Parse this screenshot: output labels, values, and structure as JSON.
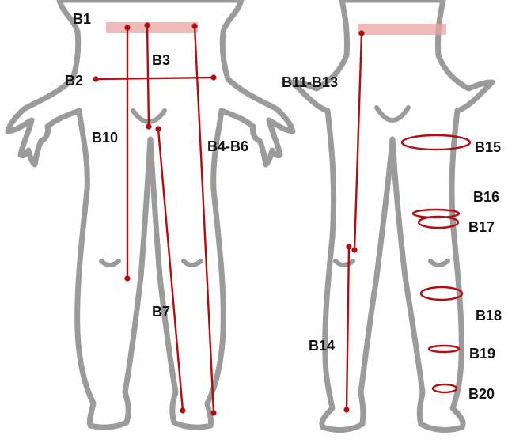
{
  "labels": {
    "b1": "B1",
    "b2": "B2",
    "b3": "B3",
    "b10": "B10",
    "b4_b6": "B4-B6",
    "b7": "B7",
    "b11_b13": "B11-B13",
    "b14": "B14",
    "b15": "B15",
    "b16": "B16",
    "b17": "B17",
    "b18": "B18",
    "b19": "B19",
    "b20": "B20"
  },
  "colors": {
    "measure_line": "#b30d12",
    "waist_band": "#e8a3a3",
    "body_outline": "#9b9b9b",
    "label_text": "#111111"
  }
}
